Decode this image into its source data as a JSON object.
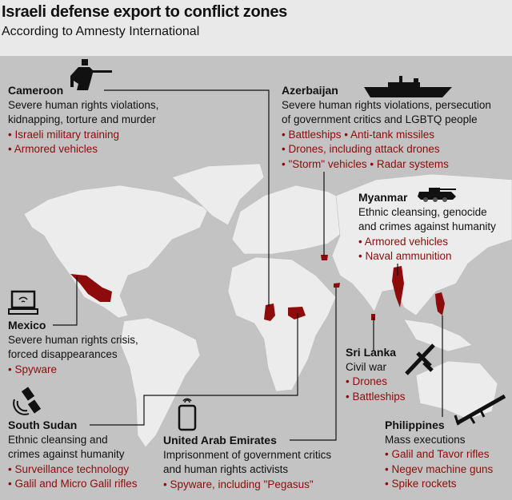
{
  "title": "Israeli defense export to conflict zones",
  "subtitle": "According to Amnesty International",
  "colors": {
    "highlight": "#8e0b0b",
    "ocean": "#c3c3c3",
    "land": "#ececec",
    "header": "#e9e9e9"
  },
  "countries": [
    {
      "id": "cameroon",
      "name": "Cameroon",
      "description": [
        "Severe human rights violations,",
        "kidnapping, torture and murder"
      ],
      "exports": [
        "Israeli military training",
        "Armored vehicles"
      ],
      "icon": "soldier-icon"
    },
    {
      "id": "azerbaijan",
      "name": "Azerbaijan",
      "description": [
        "Severe human rights violations, persecution",
        "of government critics and LGBTQ people"
      ],
      "exports": [
        "Battleships • Anti-tank missiles",
        "Drones, including attack drones",
        "\"Storm\" vehicles • Radar systems"
      ],
      "icon": "battleship-icon"
    },
    {
      "id": "myanmar",
      "name": "Myanmar",
      "description": [
        "Ethnic cleansing, genocide",
        "and crimes against humanity"
      ],
      "exports": [
        "Armored vehicles",
        "Naval ammunition"
      ],
      "icon": "armored-vehicle-icon"
    },
    {
      "id": "mexico",
      "name": "Mexico",
      "description": [
        "Severe human rights crisis,",
        "forced disappearances"
      ],
      "exports": [
        "Spyware"
      ],
      "icon": "laptop-icon"
    },
    {
      "id": "sri_lanka",
      "name": "Sri Lanka",
      "description": [
        "Civil war"
      ],
      "exports": [
        "Drones",
        "Battleships"
      ],
      "icon": "drone-icon"
    },
    {
      "id": "south_sudan",
      "name": "South Sudan",
      "description": [
        "Ethnic cleansing and",
        "crimes against humanity"
      ],
      "exports": [
        "Surveillance technology",
        "Galil and Micro Galil rifles"
      ],
      "icon": "satellite-icon"
    },
    {
      "id": "uae",
      "name": "United Arab Emirates",
      "description": [
        "Imprisonment of government critics",
        "and human rights activists"
      ],
      "exports": [
        "Spyware, including \"Pegasus\""
      ],
      "icon": "smartphone-icon"
    },
    {
      "id": "philippines",
      "name": "Philippines",
      "description": [
        "Mass executions"
      ],
      "exports": [
        "Galil and Tavor rifles",
        "Negev machine guns",
        "Spike rockets"
      ],
      "icon": "rifle-icon"
    }
  ]
}
